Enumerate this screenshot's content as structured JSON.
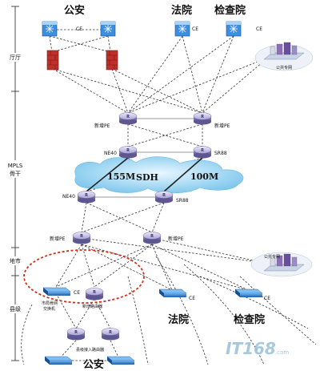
{
  "top_labels": {
    "police": "公安",
    "court": "法院",
    "procuratorate": "检查院"
  },
  "bottom_labels": {
    "court": "法院",
    "procuratorate": "检查院",
    "police": "公安"
  },
  "side_labels": {
    "province": "厅厅",
    "backbone": "MPLS\n骨干",
    "city": "地市",
    "county": "县级"
  },
  "node_labels": {
    "ce": "CE",
    "new_pe": "新增PE",
    "ne40": "NE40",
    "sr88": "SR88",
    "public_net": "公共专网",
    "city_switch": "市局骨网\n交换机",
    "city_router": "新增路由器",
    "county_router": "县级接入路由器"
  },
  "links": {
    "sdh": "SDH",
    "bw_left": "155M",
    "bw_right": "100M"
  },
  "watermark": "IT168.com",
  "colors": {
    "router": "#b9b3dc",
    "switch": "#2f78c9",
    "firewall": "#c0302a",
    "cloud": "#8fd0f0",
    "ellipse": "#d12f18"
  }
}
